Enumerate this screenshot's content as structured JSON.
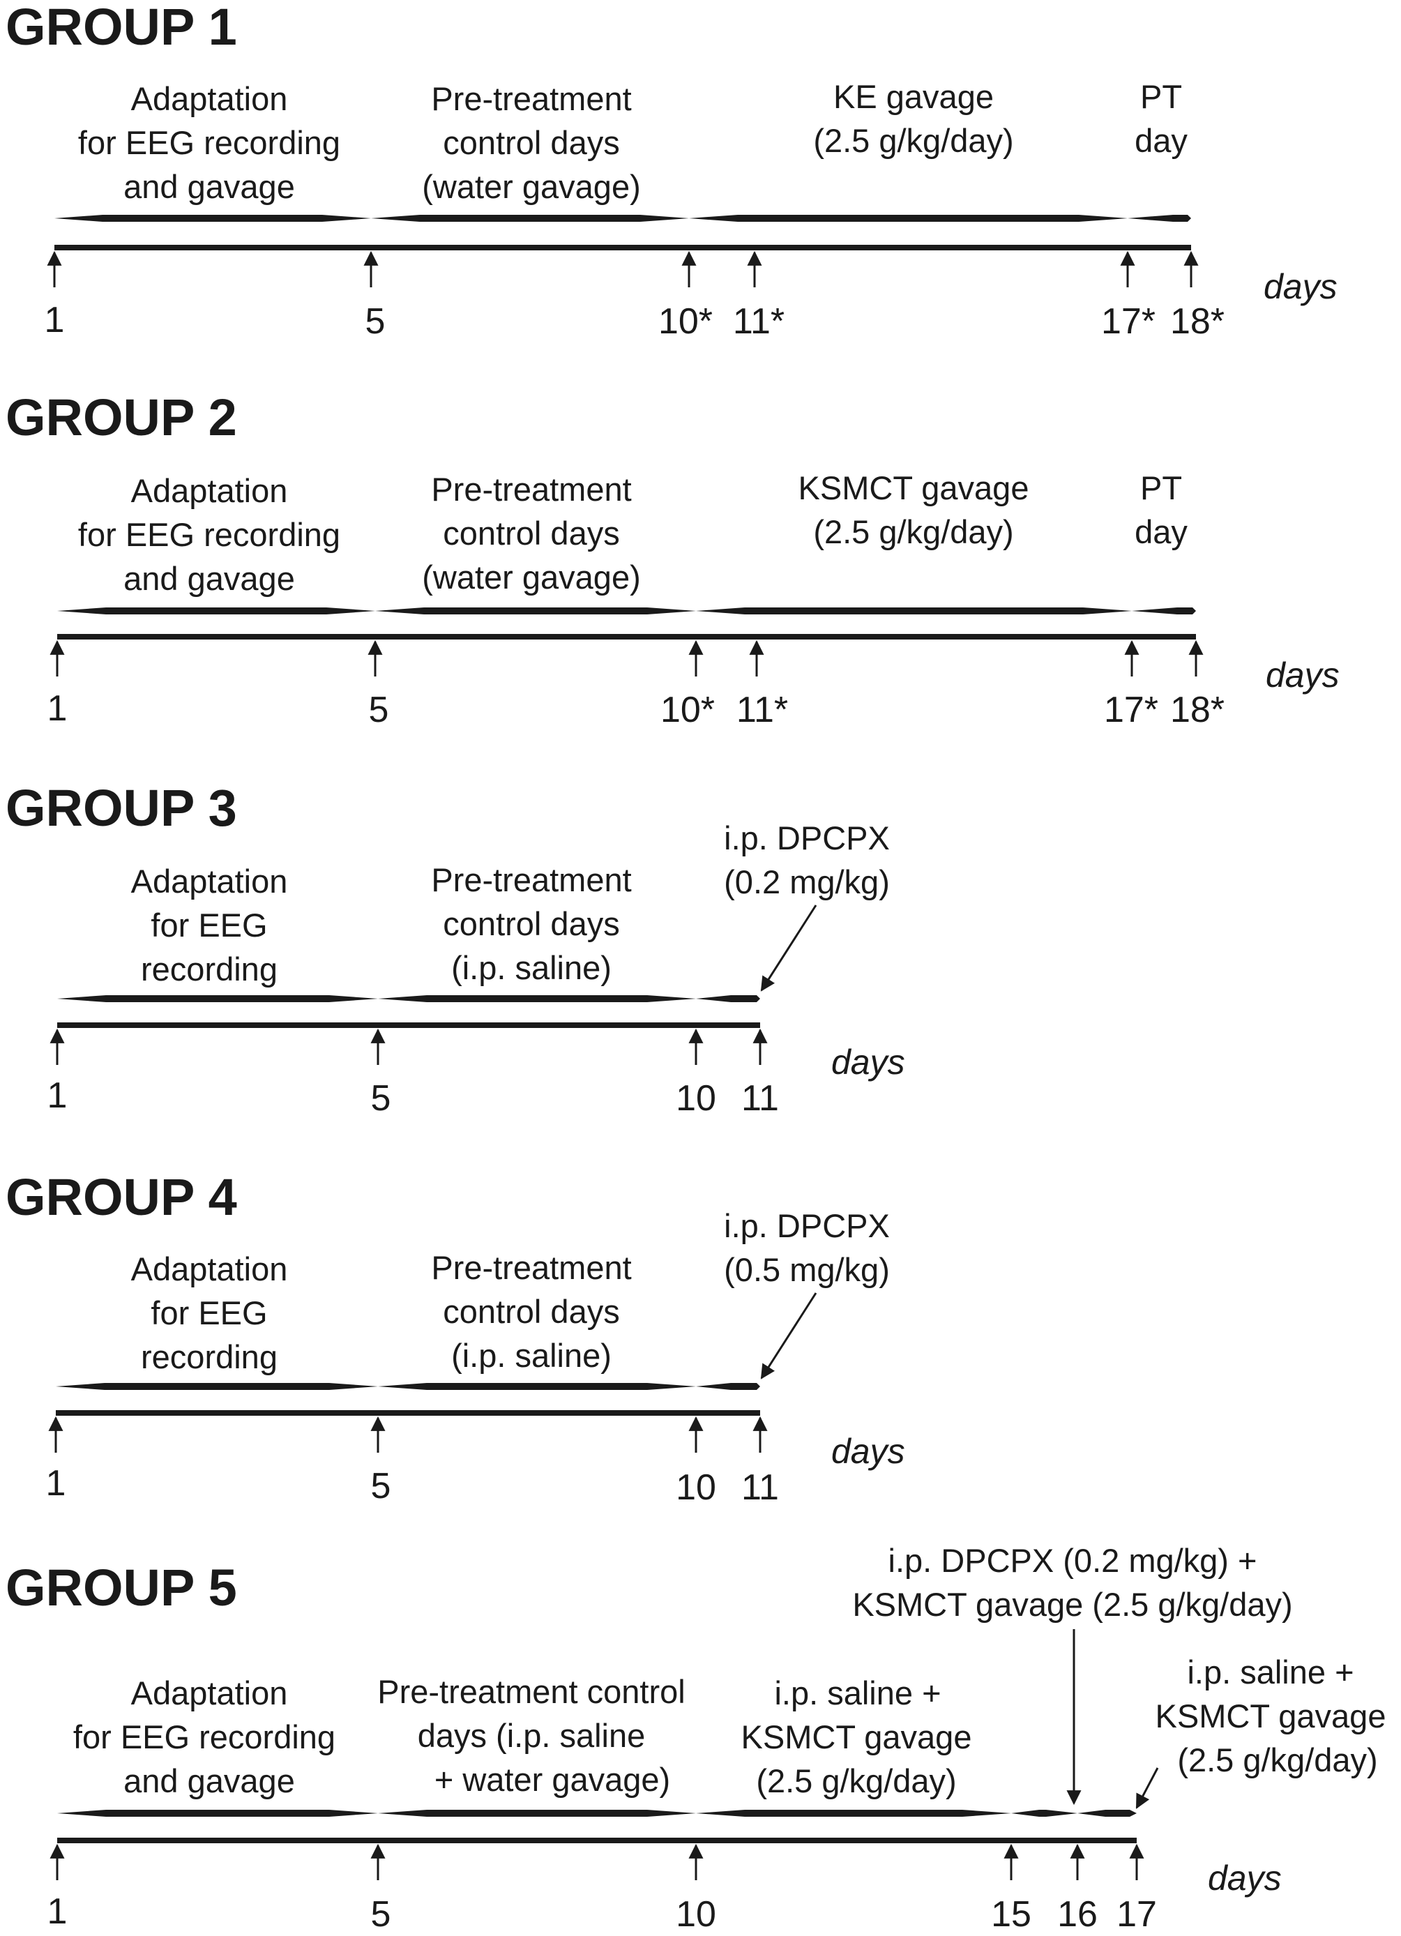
{
  "groups": [
    {
      "title": "GROUP 1",
      "phase_labels": [
        [
          "Adaptation",
          "for EEG recording",
          "and gavage"
        ],
        [
          "Pre-treatment",
          "control days",
          "(water gavage)"
        ],
        [
          "KE gavage",
          "(2.5 g/kg/day)"
        ],
        [
          "PT",
          "day"
        ]
      ],
      "day_labels": [
        "1",
        "5",
        "10*",
        "11*",
        "17*",
        "18*"
      ],
      "unit_label": "days"
    },
    {
      "title": "GROUP 2",
      "phase_labels": [
        [
          "Adaptation",
          "for EEG recording",
          "and gavage"
        ],
        [
          "Pre-treatment",
          "control days",
          "(water gavage)"
        ],
        [
          "KSMCT gavage",
          "(2.5 g/kg/day)"
        ],
        [
          "PT",
          "day"
        ]
      ],
      "day_labels": [
        "1",
        "5",
        "10*",
        "11*",
        "17*",
        "18*"
      ],
      "unit_label": "days"
    },
    {
      "title": "GROUP 3",
      "phase_labels": [
        [
          "Adaptation",
          "for EEG",
          "recording"
        ],
        [
          "Pre-treatment",
          "control days",
          "(i.p. saline)"
        ],
        [
          "i.p. DPCPX",
          "(0.2 mg/kg)"
        ]
      ],
      "day_labels": [
        "1",
        "5",
        "10",
        "11"
      ],
      "unit_label": "days"
    },
    {
      "title": "GROUP 4",
      "phase_labels": [
        [
          "Adaptation",
          "for EEG",
          "recording"
        ],
        [
          "Pre-treatment",
          "control days",
          "(i.p. saline)"
        ],
        [
          "i.p. DPCPX",
          "(0.5 mg/kg)"
        ]
      ],
      "day_labels": [
        "1",
        "5",
        "10",
        "11"
      ],
      "unit_label": "days"
    },
    {
      "title": "GROUP 5",
      "phase_labels": [
        [
          "Adaptation",
          "for EEG recording",
          "and gavage"
        ],
        [
          "Pre-treatment control",
          "days (i.p. saline",
          "+ water gavage)"
        ],
        [
          "i.p. saline +",
          "KSMCT gavage",
          "(2.5 g/kg/day)"
        ],
        [
          "i.p. DPCPX (0.2 mg/kg) +",
          "KSMCT gavage (2.5 g/kg/day)"
        ],
        [
          "i.p. saline +",
          "KSMCT gavage",
          "(2.5 g/kg/day)"
        ]
      ],
      "day_labels": [
        "1",
        "5",
        "10",
        "15",
        "16",
        "17"
      ],
      "unit_label": "days"
    }
  ]
}
